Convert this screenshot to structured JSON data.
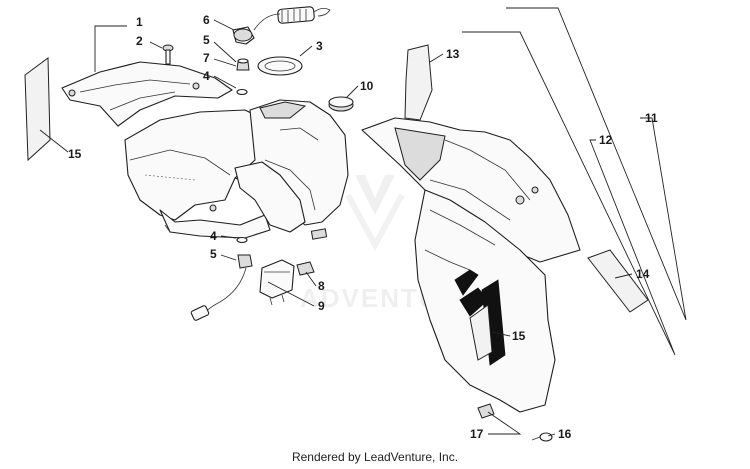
{
  "callouts": [
    "1",
    "2",
    "3",
    "4",
    "4",
    "5",
    "5",
    "6",
    "7",
    "8",
    "9",
    "10",
    "11",
    "12",
    "13",
    "14",
    "15",
    "15",
    "16",
    "17"
  ],
  "watermark": {
    "text": "ADVENTU"
  },
  "footer": {
    "text": "Rendered by LeadVenture, Inc."
  }
}
